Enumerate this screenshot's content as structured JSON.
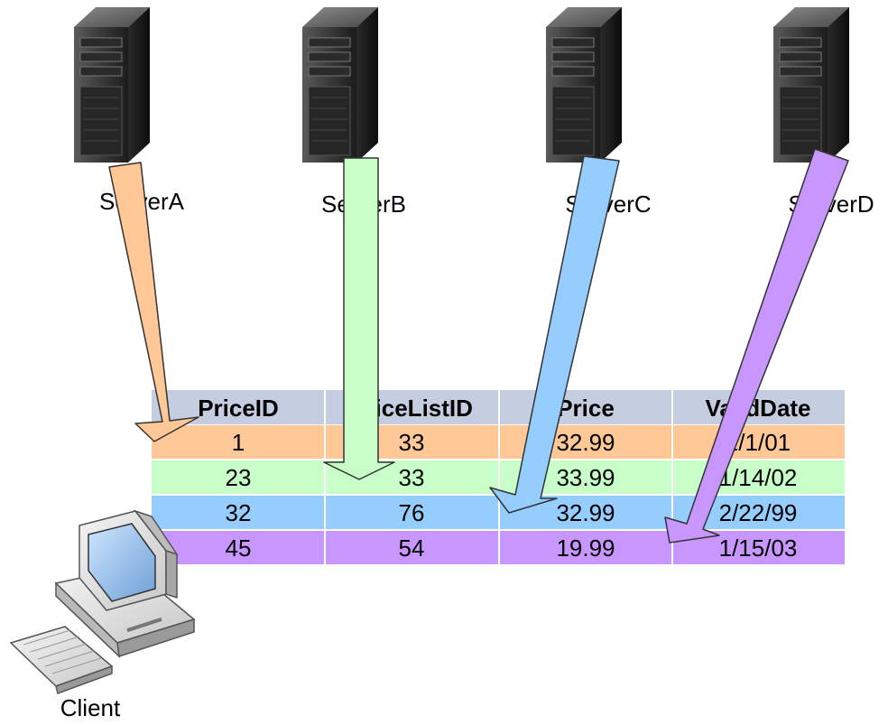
{
  "servers": [
    {
      "label": "ServerA",
      "color": "#FFC896"
    },
    {
      "label": "ServerB",
      "color": "#C8FFC8"
    },
    {
      "label": "ServerC",
      "color": "#96CDFF"
    },
    {
      "label": "ServerD",
      "color": "#C896FF"
    }
  ],
  "client": {
    "label": "Client"
  },
  "table": {
    "header_color": "#C5CEE0",
    "columns": [
      "PriceID",
      "PriceListID",
      "Price",
      "ValidDate"
    ],
    "rows": [
      {
        "cells": [
          "1",
          "33",
          "32.99",
          "1/1/01"
        ],
        "color": "#FFC896"
      },
      {
        "cells": [
          "23",
          "33",
          "33.99",
          "1/14/02"
        ],
        "color": "#C8FFC8"
      },
      {
        "cells": [
          "32",
          "76",
          "32.99",
          "2/22/99"
        ],
        "color": "#96CDFF"
      },
      {
        "cells": [
          "45",
          "54",
          "19.99",
          "1/15/03"
        ],
        "color": "#C896FF"
      }
    ]
  }
}
